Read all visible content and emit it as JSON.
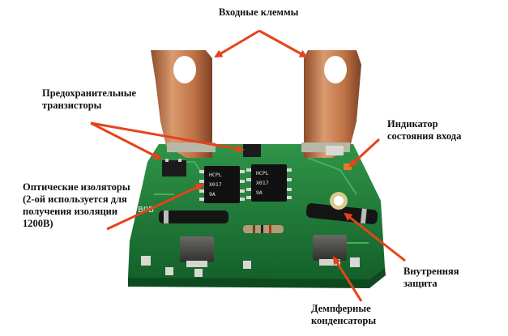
{
  "labels": {
    "input_terminals": "Входные клеммы",
    "protection_transistors": [
      "Предохранительные",
      "транзисторы"
    ],
    "input_state_indicator": [
      "Индикатор",
      "состояния входа"
    ],
    "optical_isolators": [
      "Оптические изоляторы",
      "(2-ой используется для",
      "получения изоляции",
      "1200В)"
    ],
    "internal_protection": [
      "Внутренняя",
      "защита"
    ],
    "snubber_capacitors": [
      "Демпферные",
      "конденсаторы"
    ]
  },
  "chip_markings": {
    "left_chip": [
      "HCPL",
      "X017",
      "9A"
    ],
    "right_chip": [
      "HCPL",
      "X017",
      "9A"
    ]
  },
  "colors": {
    "arrow": "#e8421a",
    "pcb": "#1f7a35",
    "copper": "#c87a4e",
    "text": "#111111"
  }
}
